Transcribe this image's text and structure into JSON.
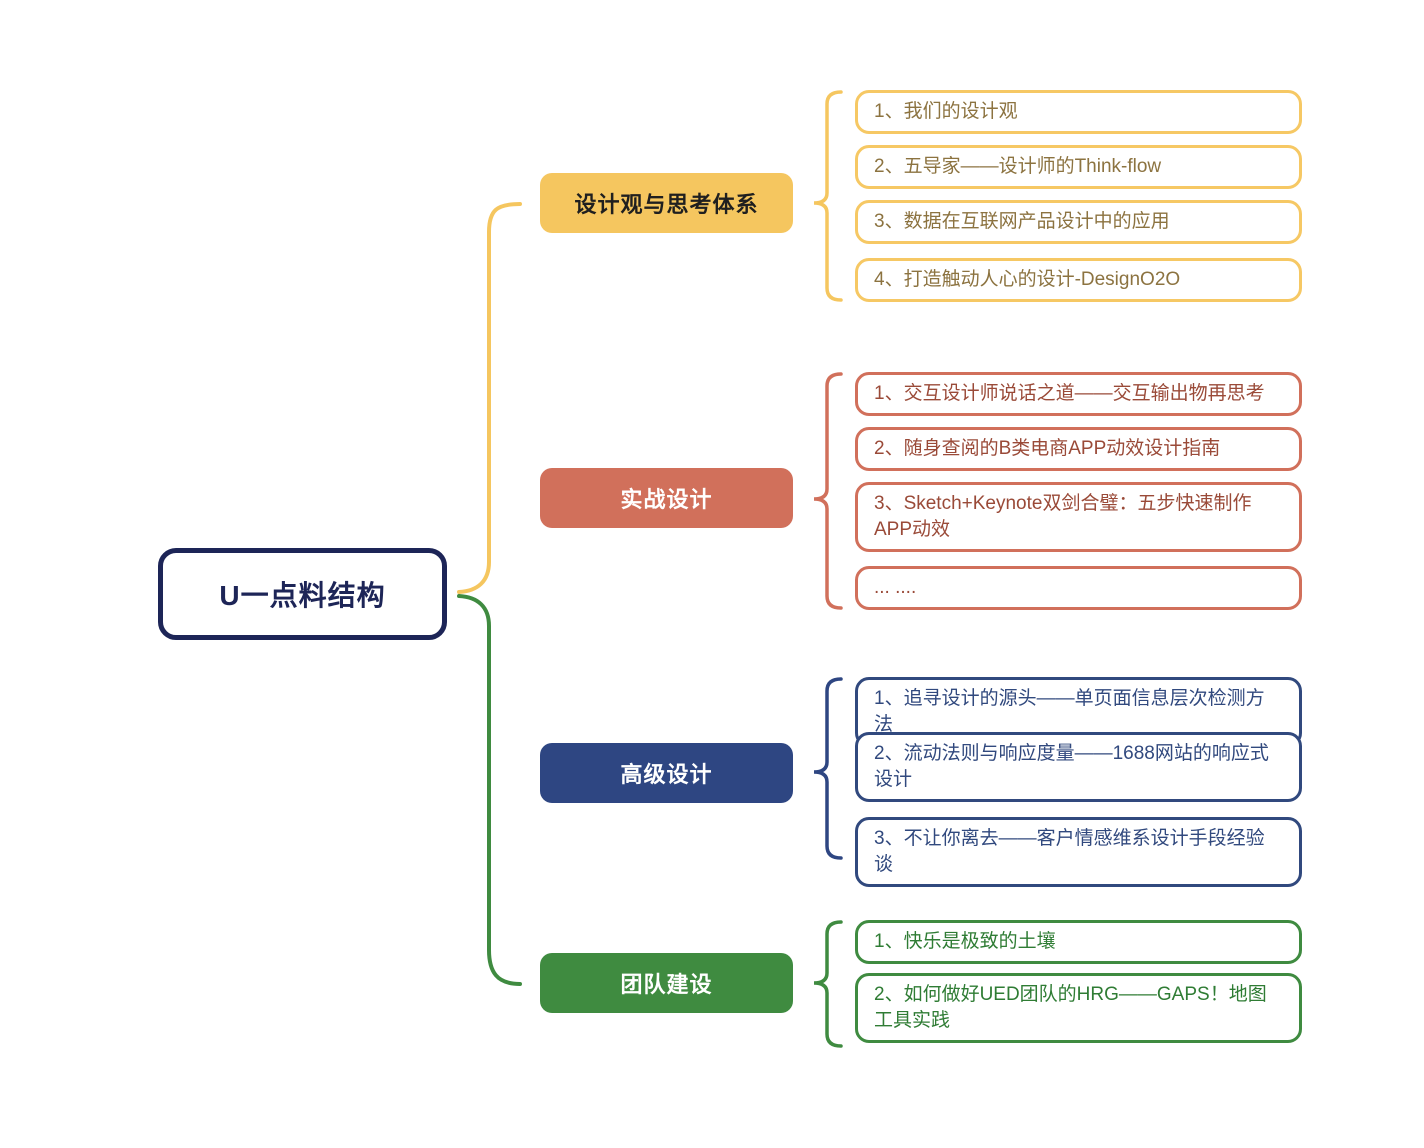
{
  "colors": {
    "navy": "#1d2557",
    "yellow": "#f5c65f",
    "red": "#d1705b",
    "blue": "#2e4682",
    "green": "#3f8b40",
    "yellow_text": "#8c7340",
    "red_text": "#9a4a38",
    "blue_text": "#31497e",
    "green_text": "#2f7c34",
    "background": "#ffffff"
  },
  "root": {
    "label": "U一点料结构"
  },
  "branches": [
    {
      "label": "设计观与思考体系",
      "children": [
        {
          "text": "1、我们的设计观"
        },
        {
          "text": "2、五导家——设计师的Think-flow"
        },
        {
          "text": "3、数据在互联网产品设计中的应用"
        },
        {
          "text": "4、打造触动人心的设计-DesignO2O"
        }
      ]
    },
    {
      "label": "实战设计",
      "children": [
        {
          "text": "1、交互设计师说话之道——交互输出物再思考"
        },
        {
          "text": "2、随身查阅的B类电商APP动效设计指南"
        },
        {
          "text": "3、Sketch+Keynote双剑合璧：五步快速制作APP动效"
        },
        {
          "text": "... ...."
        }
      ]
    },
    {
      "label": "高级设计",
      "children": [
        {
          "text": "1、追寻设计的源头——单页面信息层次检测方法"
        },
        {
          "text": "2、流动法则与响应度量——1688网站的响应式设计"
        },
        {
          "text": "3、不让你离去——客户情感维系设计手段经验谈"
        }
      ]
    },
    {
      "label": "团队建设",
      "children": [
        {
          "text": "1、快乐是极致的土壤"
        },
        {
          "text": "2、如何做好UED团队的HRG——GAPS！地图工具实践"
        }
      ]
    }
  ]
}
